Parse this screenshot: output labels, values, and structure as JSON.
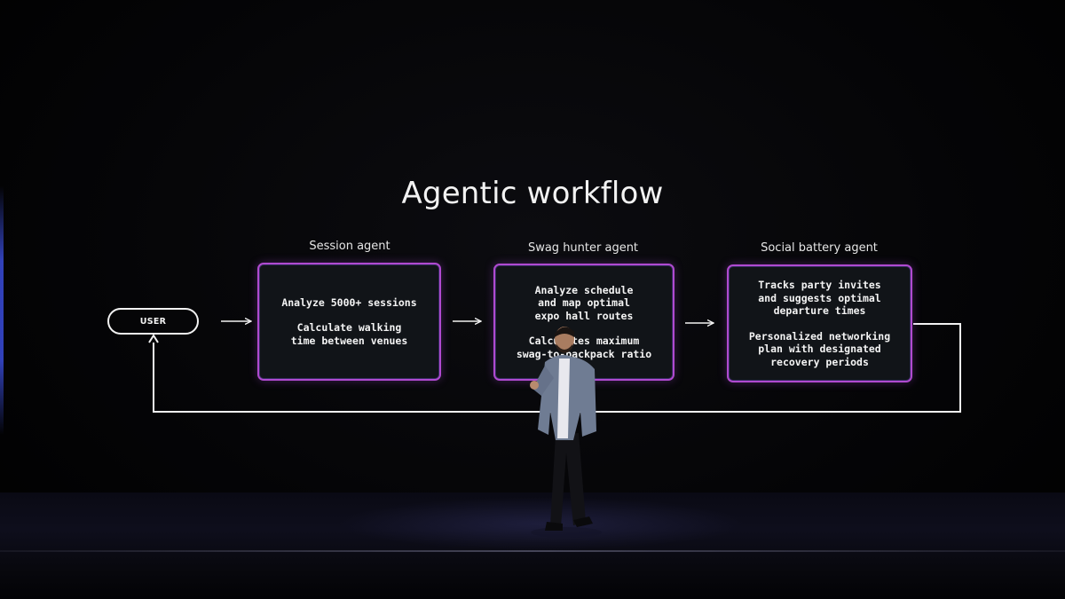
{
  "title": "Agentic workflow",
  "user_node": {
    "label": "USER"
  },
  "agents": [
    {
      "label": "Session agent",
      "lines": [
        "Analyze 5000+ sessions",
        "Calculate walking\ntime between venues"
      ]
    },
    {
      "label": "Swag hunter agent",
      "lines": [
        "Analyze schedule\nand map optimal\nexpo hall routes",
        "Calculates maximum\nswag-to-backpack ratio"
      ]
    },
    {
      "label": "Social battery agent",
      "lines": [
        "Tracks party invites\nand suggests optimal\ndeparture times",
        "Personalized networking\nplan with designated\nrecovery periods"
      ]
    }
  ],
  "colors": {
    "box_border": "#b04ad0",
    "box_fill": "#111418",
    "connector": "#f2f2f2",
    "background": "#000000"
  }
}
